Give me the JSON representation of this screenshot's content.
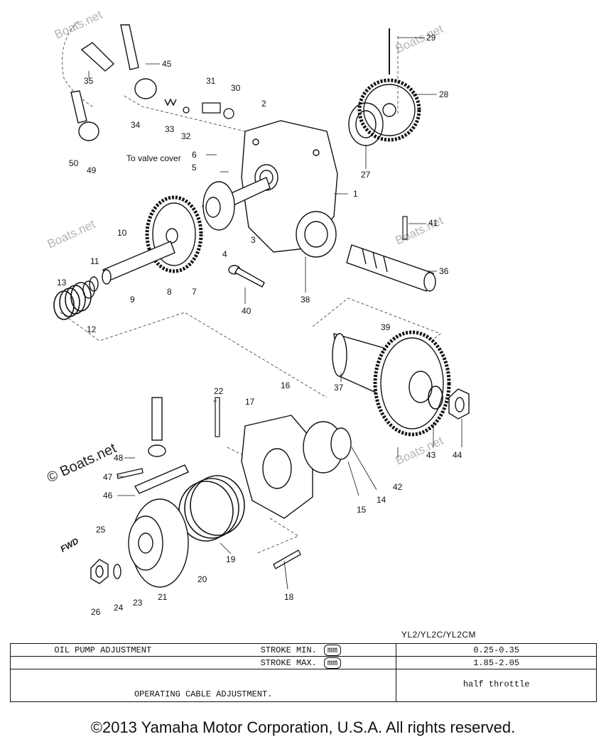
{
  "callouts": [
    {
      "id": "c1",
      "text": "1"
    },
    {
      "id": "c2",
      "text": "2"
    },
    {
      "id": "c3",
      "text": "3"
    },
    {
      "id": "c4",
      "text": "4"
    },
    {
      "id": "c5",
      "text": "5"
    },
    {
      "id": "c6",
      "text": "6"
    },
    {
      "id": "c7",
      "text": "7"
    },
    {
      "id": "c8",
      "text": "8"
    },
    {
      "id": "c9",
      "text": "9"
    },
    {
      "id": "c10",
      "text": "10"
    },
    {
      "id": "c11",
      "text": "11"
    },
    {
      "id": "c12",
      "text": "12"
    },
    {
      "id": "c13",
      "text": "13"
    },
    {
      "id": "c14",
      "text": "14"
    },
    {
      "id": "c15",
      "text": "15"
    },
    {
      "id": "c16",
      "text": "16"
    },
    {
      "id": "c17",
      "text": "17"
    },
    {
      "id": "c18",
      "text": "18"
    },
    {
      "id": "c19",
      "text": "19"
    },
    {
      "id": "c20",
      "text": "20"
    },
    {
      "id": "c21",
      "text": "21"
    },
    {
      "id": "c22",
      "text": "22"
    },
    {
      "id": "c23",
      "text": "23"
    },
    {
      "id": "c24",
      "text": "24"
    },
    {
      "id": "c25",
      "text": "25"
    },
    {
      "id": "c26",
      "text": "26"
    },
    {
      "id": "c27",
      "text": "27"
    },
    {
      "id": "c28",
      "text": "28"
    },
    {
      "id": "c29",
      "text": "29"
    },
    {
      "id": "c30",
      "text": "30"
    },
    {
      "id": "c31",
      "text": "31"
    },
    {
      "id": "c32",
      "text": "32"
    },
    {
      "id": "c33",
      "text": "33"
    },
    {
      "id": "c34",
      "text": "34"
    },
    {
      "id": "c35",
      "text": "35"
    },
    {
      "id": "c36",
      "text": "36"
    },
    {
      "id": "c37",
      "text": "37"
    },
    {
      "id": "c38",
      "text": "38"
    },
    {
      "id": "c39",
      "text": "39"
    },
    {
      "id": "c40",
      "text": "40"
    },
    {
      "id": "c41",
      "text": "41"
    },
    {
      "id": "c42",
      "text": "42"
    },
    {
      "id": "c43",
      "text": "43"
    },
    {
      "id": "c44",
      "text": "44"
    },
    {
      "id": "c45",
      "text": "45"
    },
    {
      "id": "c46",
      "text": "46"
    },
    {
      "id": "c47",
      "text": "47"
    },
    {
      "id": "c48",
      "text": "48"
    },
    {
      "id": "c49",
      "text": "49"
    },
    {
      "id": "c50",
      "text": "50"
    }
  ],
  "annotation": "To valve cover",
  "fwd_mark": "FWD",
  "watermark": {
    "main": "© Boats.net",
    "faint": "Boats.net"
  },
  "spec": {
    "model": "YL2/YL2C/YL2CM",
    "row1": {
      "label": "OIL PUMP ADJUSTMENT",
      "param": "STROKE MIN.",
      "unit": "mm",
      "value": "0.25-0.35"
    },
    "row2": {
      "param": "STROKE MAX.",
      "unit": "mm",
      "value": "1.85-2.05"
    },
    "row3": {
      "label": "OPERATING CABLE ADJUSTMENT.",
      "value": "half throttle"
    }
  },
  "copyright": "©2013 Yamaha Motor Corporation, U.S.A. All rights reserved."
}
